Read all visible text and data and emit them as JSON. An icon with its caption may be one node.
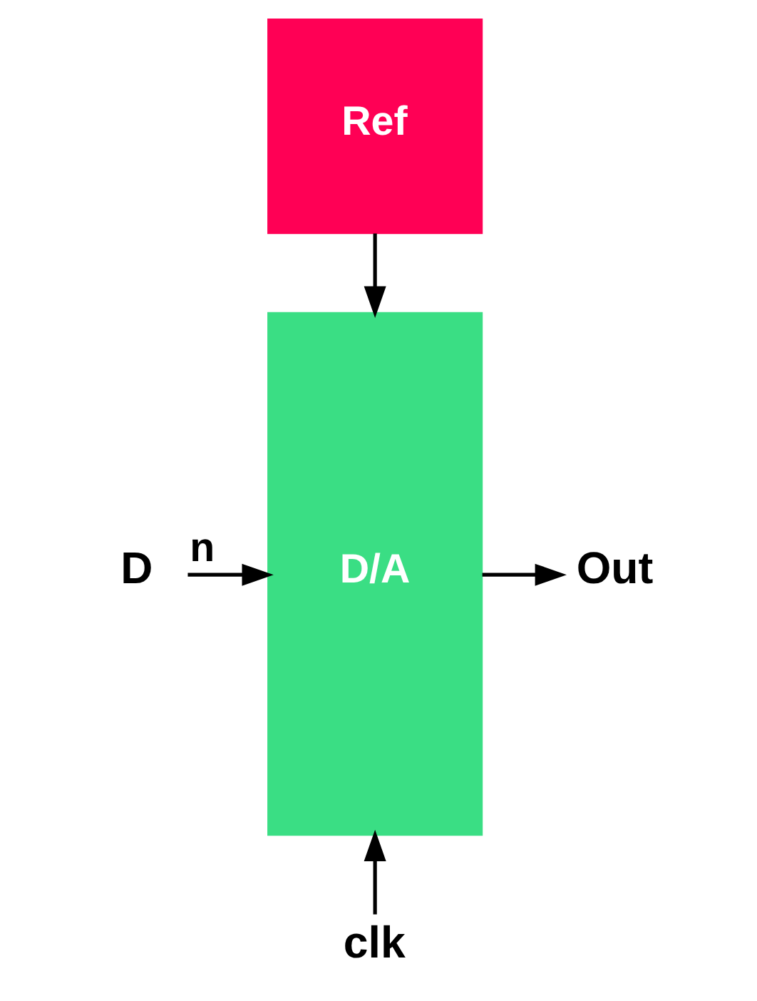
{
  "diagram": {
    "nodes": [
      {
        "text": [
          "Ref"
        ]
      },
      {
        "text": [
          "D/A"
        ]
      },
      {
        "text": [
          "D"
        ]
      },
      {
        "text": [
          "Out"
        ]
      },
      {
        "text": [
          "clk"
        ]
      }
    ],
    "edges": [
      {
        "from": 0,
        "to": 1,
        "arrow": "to"
      },
      {
        "from": 2,
        "to": 1,
        "arrow": "to",
        "label": "n"
      },
      {
        "from": 1,
        "to": 3,
        "arrow": "to"
      },
      {
        "from": 4,
        "to": 1,
        "arrow": "to"
      }
    ]
  }
}
